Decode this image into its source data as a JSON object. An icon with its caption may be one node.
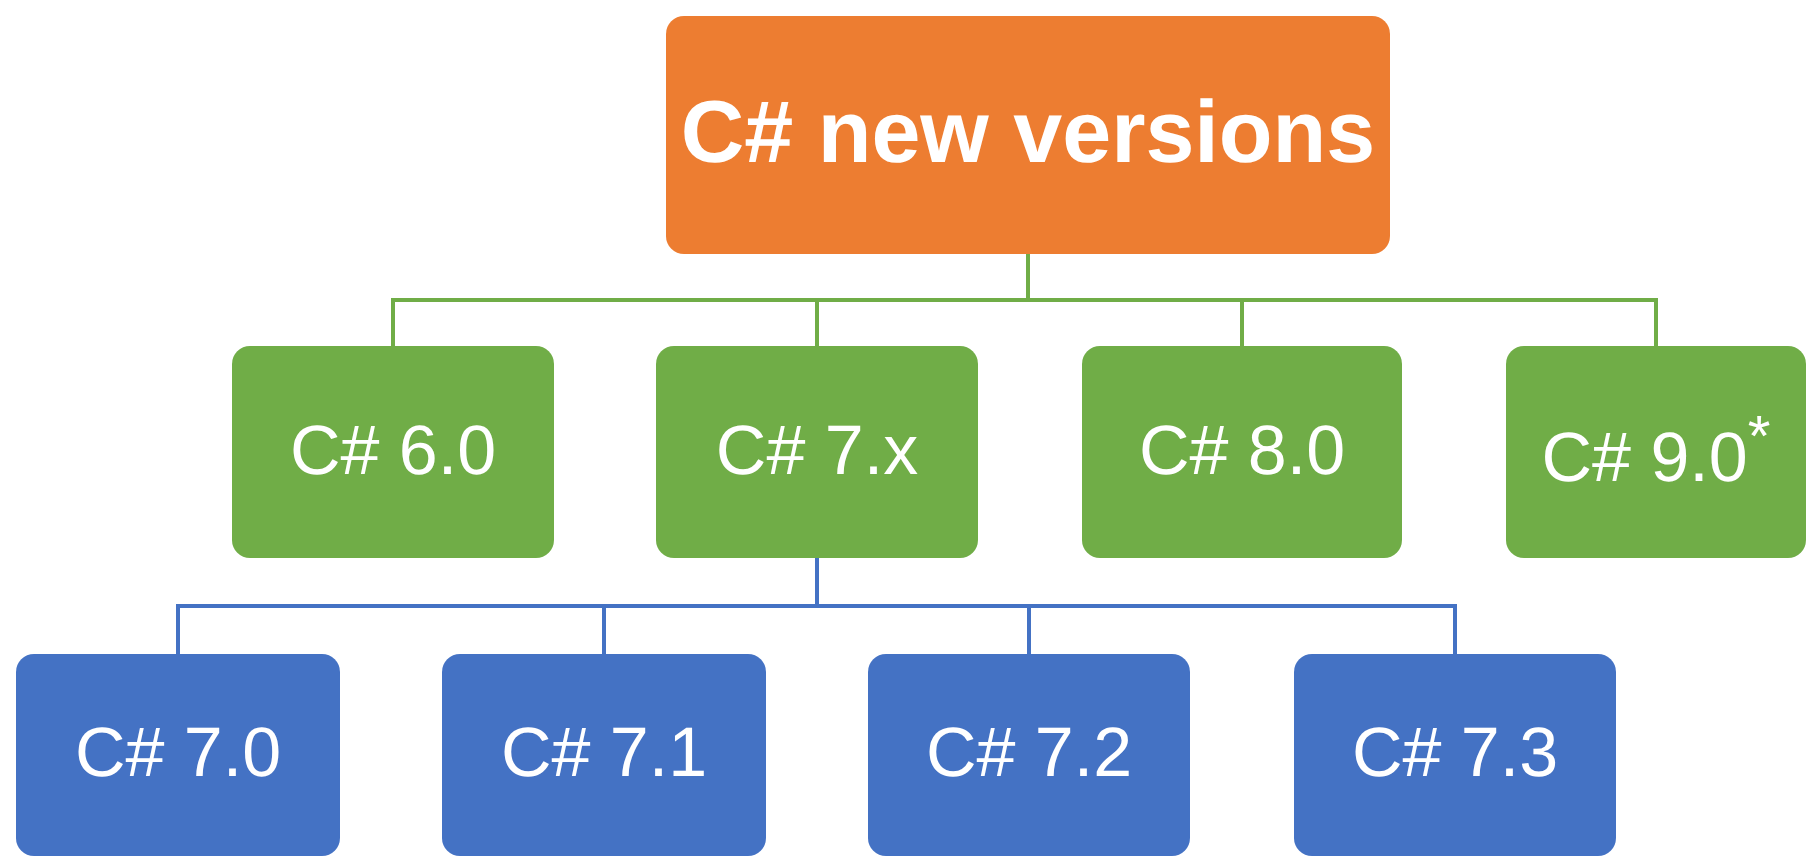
{
  "diagram": {
    "nodes": [
      {
        "text": [
          "C# new versions"
        ]
      },
      {
        "text": [
          "C# 6.0"
        ]
      },
      {
        "text": [
          "C# 7.x"
        ]
      },
      {
        "text": [
          "C# 8.0"
        ]
      },
      {
        "text": [
          "C# 9.0$^{*}$"
        ]
      },
      {
        "text": [
          "C# 7.0"
        ]
      },
      {
        "text": [
          "C# 7.1"
        ]
      },
      {
        "text": [
          "C# 7.2"
        ]
      },
      {
        "text": [
          "C# 7.3"
        ]
      }
    ],
    "edges": [
      {
        "from": 0,
        "to": 1,
        "arrow": "none"
      },
      {
        "from": 0,
        "to": 2,
        "arrow": "none"
      },
      {
        "from": 0,
        "to": 3,
        "arrow": "none"
      },
      {
        "from": 0,
        "to": 4,
        "arrow": "none"
      },
      {
        "from": 2,
        "to": 5,
        "arrow": "none",
        "color": "#4472c4"
      },
      {
        "from": 2,
        "to": 6,
        "arrow": "none",
        "color": "#4472c4"
      },
      {
        "from": 2,
        "to": 7,
        "arrow": "none",
        "color": "#4472c4"
      },
      {
        "from": 2,
        "to": 8,
        "arrow": "none",
        "color": "#4472c4"
      }
    ]
  }
}
